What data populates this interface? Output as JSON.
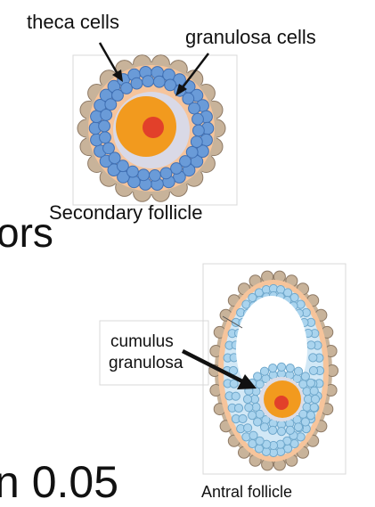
{
  "labels": {
    "theca": "theca cells",
    "granulosa": "granulosa cells",
    "secondary": "Secondary follicle",
    "cumulus_line1": "cumulus",
    "cumulus_line2": "granulosa",
    "antral": "Antral follicle",
    "fragment_ors": "ors",
    "fragment_bottom": "n 0.05"
  },
  "colors": {
    "theca": "#c8b39a",
    "theca_edge": "#8e7a66",
    "cell_blue": "#6a9bd8",
    "cell_blue_edge": "#3f6fb3",
    "cell_light": "#aad4ee",
    "cell_light_edge": "#6fa8cc",
    "peach": "#f6c49b",
    "oocyte": "#f29a1e",
    "nucleus": "#e2402a"
  }
}
